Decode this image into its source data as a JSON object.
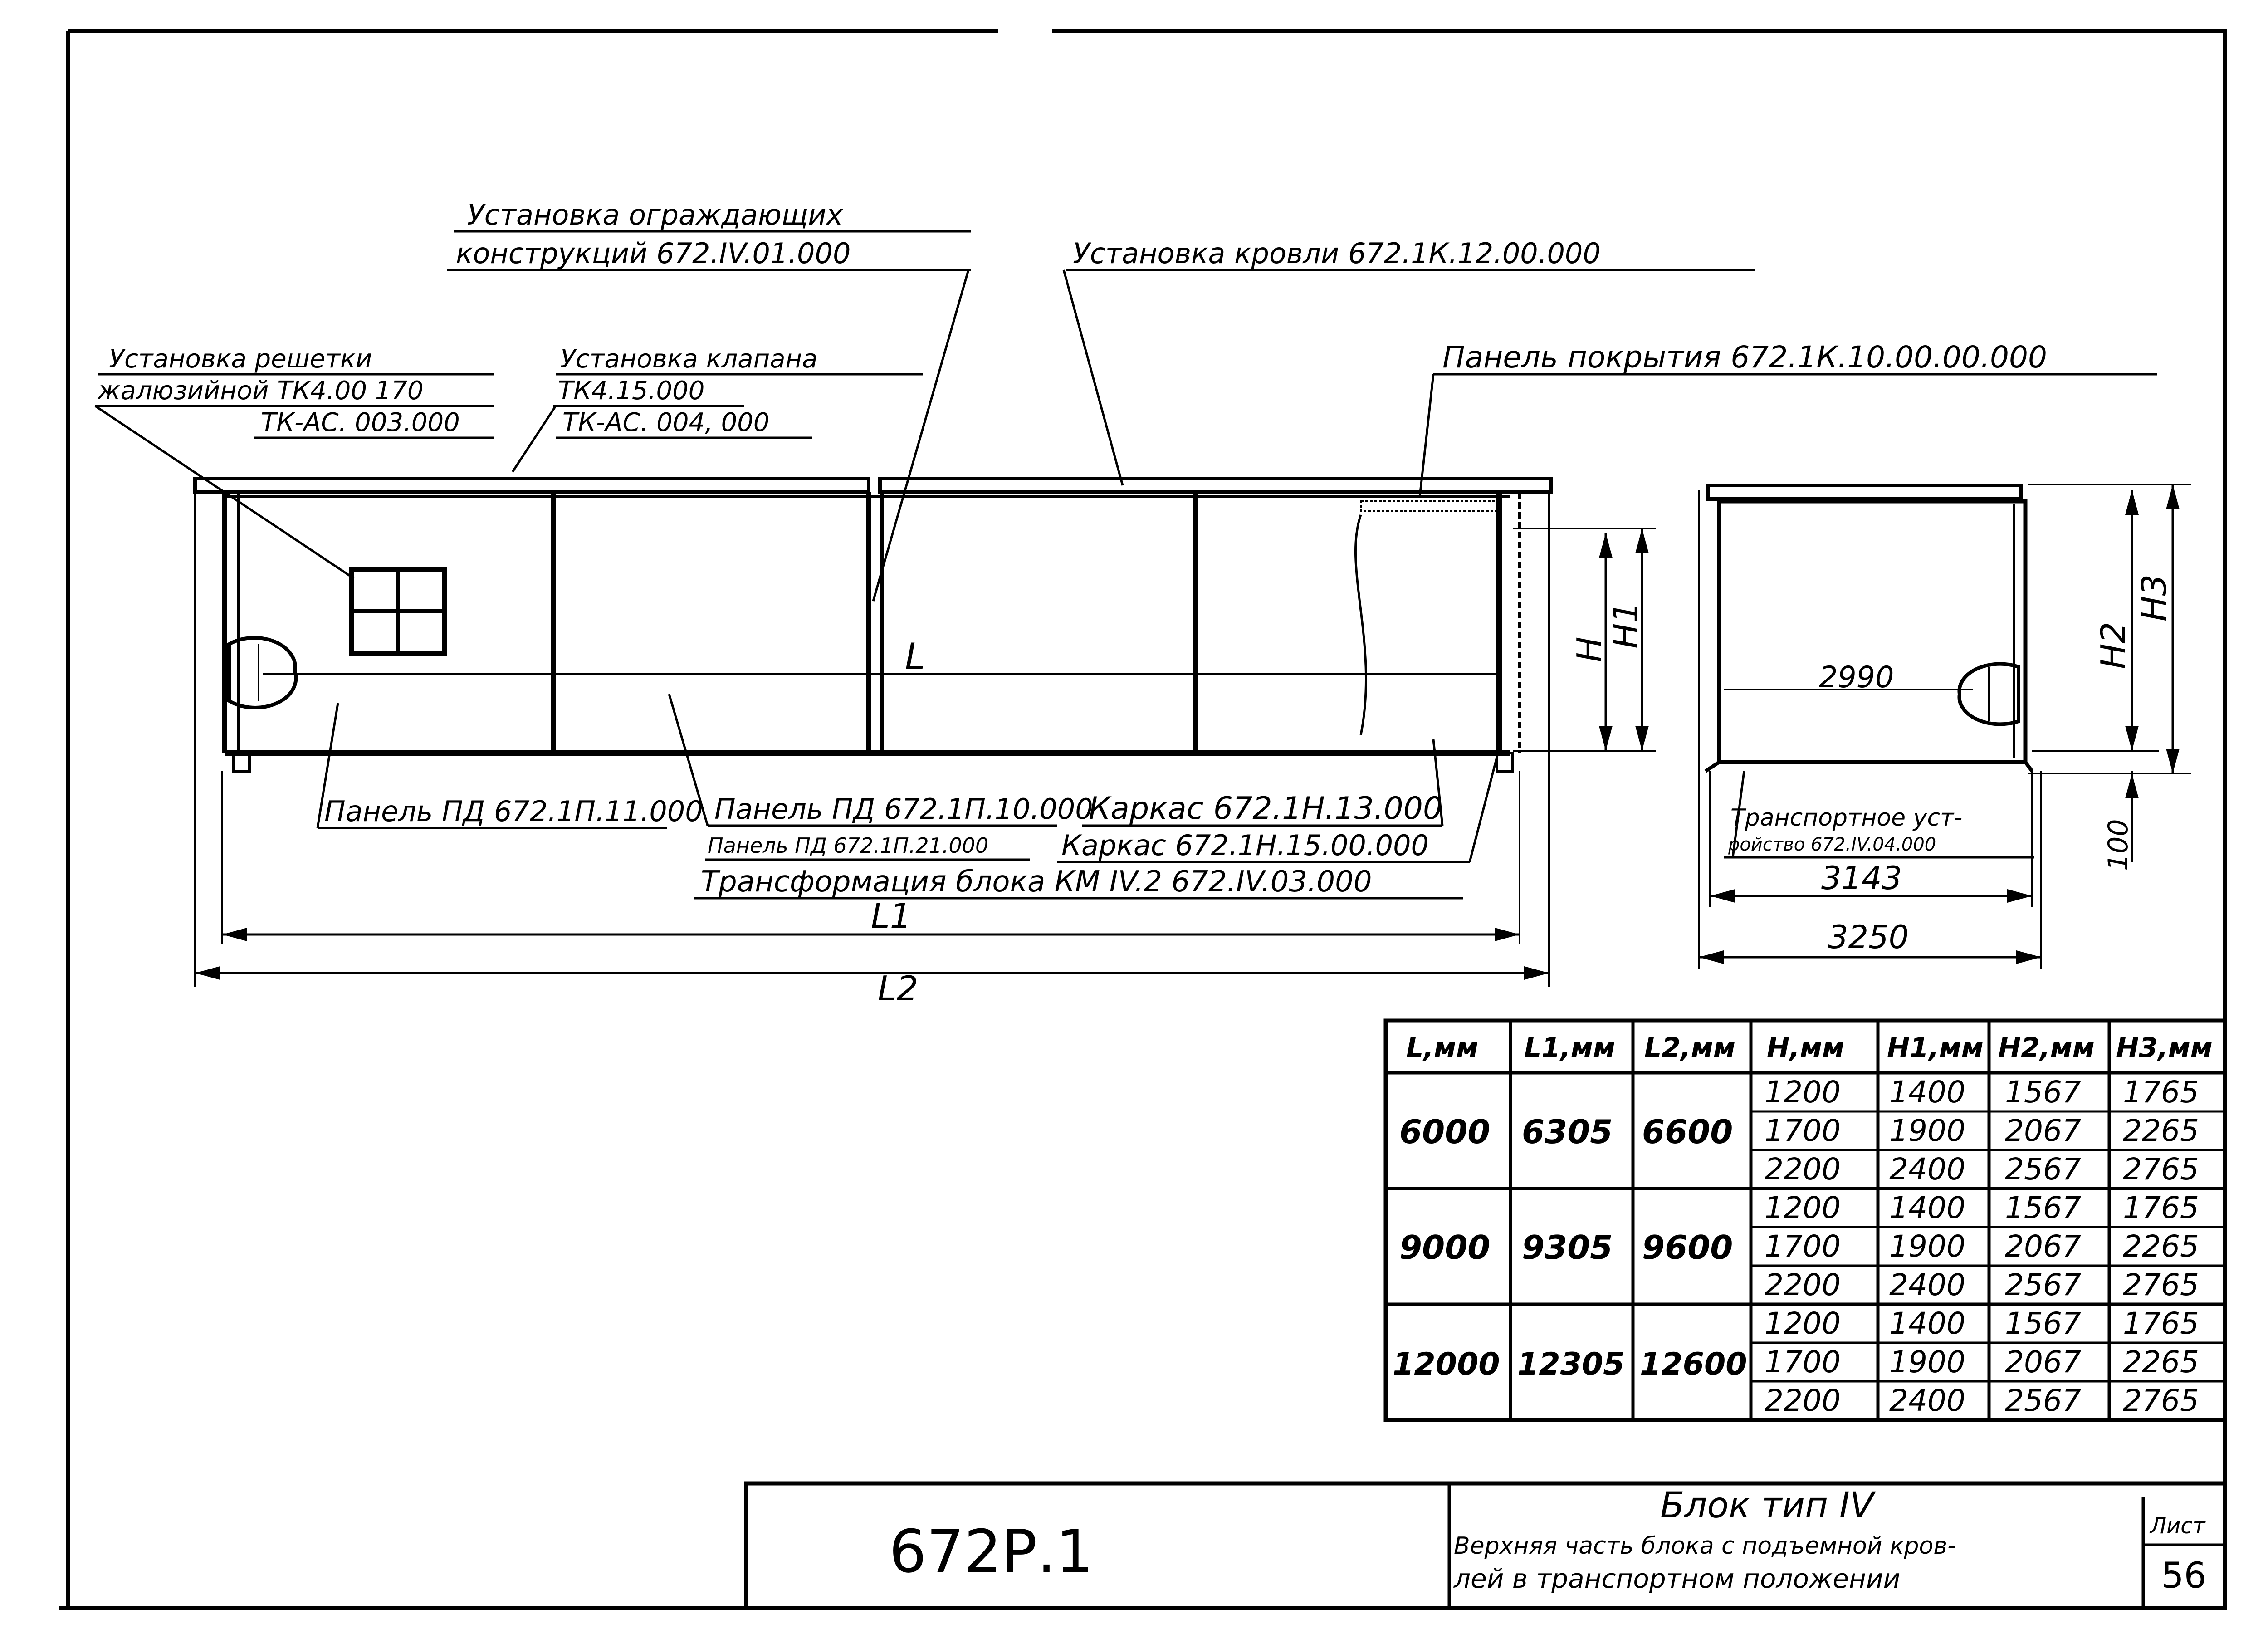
{
  "drawing": {
    "callouts": {
      "enclosure": [
        "Установка ограждающих",
        "конструкций 672.IV.01.000"
      ],
      "roof": "Установка кровли 672.1К.12.00.000",
      "grille": [
        "Установка решетки",
        "жалюзийной ТК4.00 170",
        "ТК-АС. 003.000"
      ],
      "valve": [
        "Установка клапана",
        "ТК4.15.000",
        "ТК-АС. 004, 000"
      ],
      "cover_panel": "Панель покрытия 672.1К.10.00.00.000",
      "panel_11": "Панель ПД 672.1П.11.000",
      "panel_10": "Панель ПД 672.1П.10.000",
      "panel_21": "Панель ПД 672.1П.21.000",
      "frame_13": "Каркас 672.1Н.13.000",
      "frame_15": "Каркас 672.1Н.15.00.000",
      "transform": "Трансформация блока КМ IV.2 672.IV.03.000",
      "transport": [
        "Транспортное уст-",
        "ройство 672.IV.04.000"
      ]
    },
    "dimensions": {
      "L": "L",
      "L1": "L1",
      "L2": "L2",
      "H": "H",
      "H1": "H1",
      "H2": "H2",
      "H3": "H3",
      "d2990": "2990",
      "d3143": "3143",
      "d3250": "3250",
      "d100": "100"
    }
  },
  "table": {
    "headers": [
      "L,мм",
      "L1,мм",
      "L2,мм",
      "H,мм",
      "H1,мм",
      "H2,мм",
      "H3,мм"
    ],
    "groups": [
      {
        "L": "6000",
        "L1": "6305",
        "L2": "6600",
        "rows": [
          [
            "1200",
            "1400",
            "1567",
            "1765"
          ],
          [
            "1700",
            "1900",
            "2067",
            "2265"
          ],
          [
            "2200",
            "2400",
            "2567",
            "2765"
          ]
        ]
      },
      {
        "L": "9000",
        "L1": "9305",
        "L2": "9600",
        "rows": [
          [
            "1200",
            "1400",
            "1567",
            "1765"
          ],
          [
            "1700",
            "1900",
            "2067",
            "2265"
          ],
          [
            "2200",
            "2400",
            "2567",
            "2765"
          ]
        ]
      },
      {
        "L": "12000",
        "L1": "12305",
        "L2": "12600",
        "rows": [
          [
            "1200",
            "1400",
            "1567",
            "1765"
          ],
          [
            "1700",
            "1900",
            "2067",
            "2265"
          ],
          [
            "2200",
            "2400",
            "2567",
            "2765"
          ]
        ]
      }
    ]
  },
  "title_block": {
    "code": "672Р.1",
    "block_title": "Блок тип IV",
    "desc_line1": "Верхняя часть блока с подъемной кров-",
    "desc_line2": "лей в транспортном положении",
    "sheet_label": "Лист",
    "sheet_number": "56"
  }
}
